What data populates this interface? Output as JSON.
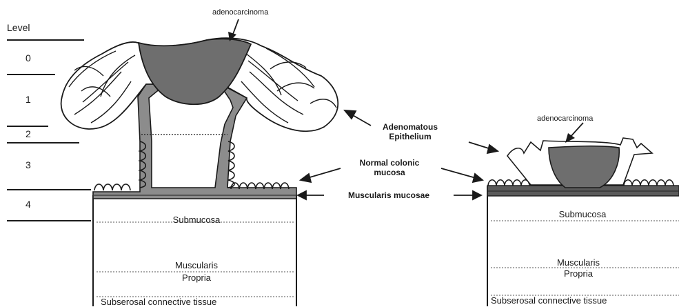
{
  "level_scale": {
    "heading": "Level",
    "levels": [
      "0",
      "1",
      "2",
      "3",
      "4"
    ]
  },
  "left_polyp": {
    "tumor_label": "adenocarcinoma",
    "layers": {
      "submucosa": "Submucosa",
      "muscularis_line1": "Muscularis",
      "muscularis_line2": "Propria",
      "subserosal": "Subserosal connective tissue"
    }
  },
  "center_labels": {
    "adenomatous_line1": "Adenomatous",
    "adenomatous_line2": "Epithelium",
    "normal_line1": "Normal colonic",
    "normal_line2": "mucosa",
    "muscularis_mucosae": "Muscularis mucosae"
  },
  "right_lesion": {
    "tumor_label": "adenocarcinoma",
    "layers": {
      "submucosa": "Submucosa",
      "muscularis_line1": "Muscularis",
      "muscularis_line2": "Propria",
      "subserosal": "Subserosal connective tissue"
    }
  },
  "colors": {
    "ink": "#1a1a1a",
    "tumor_fill": "#6e6e6e",
    "stalk_fill": "#8c8c8c",
    "band_fill": "#5a5a5a"
  }
}
